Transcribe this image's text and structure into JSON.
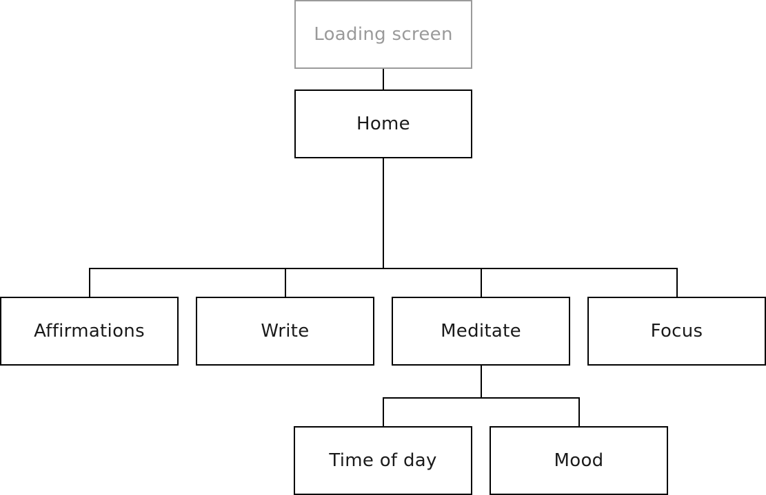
{
  "diagram": {
    "nodes": {
      "loading": {
        "label": "Loading screen",
        "color": "#9a9a9a"
      },
      "home": {
        "label": "Home"
      },
      "affirmations": {
        "label": "Affirmations"
      },
      "write": {
        "label": "Write"
      },
      "meditate": {
        "label": "Meditate"
      },
      "focus": {
        "label": "Focus"
      },
      "time_of_day": {
        "label": "Time of day"
      },
      "mood": {
        "label": "Mood"
      }
    },
    "edges": [
      [
        "loading",
        "home"
      ],
      [
        "home",
        "affirmations"
      ],
      [
        "home",
        "write"
      ],
      [
        "home",
        "meditate"
      ],
      [
        "home",
        "focus"
      ],
      [
        "meditate",
        "time_of_day"
      ],
      [
        "meditate",
        "mood"
      ]
    ],
    "colors": {
      "line": "#000000",
      "muted": "#9a9a9a",
      "text": "#1a1a1a"
    }
  }
}
